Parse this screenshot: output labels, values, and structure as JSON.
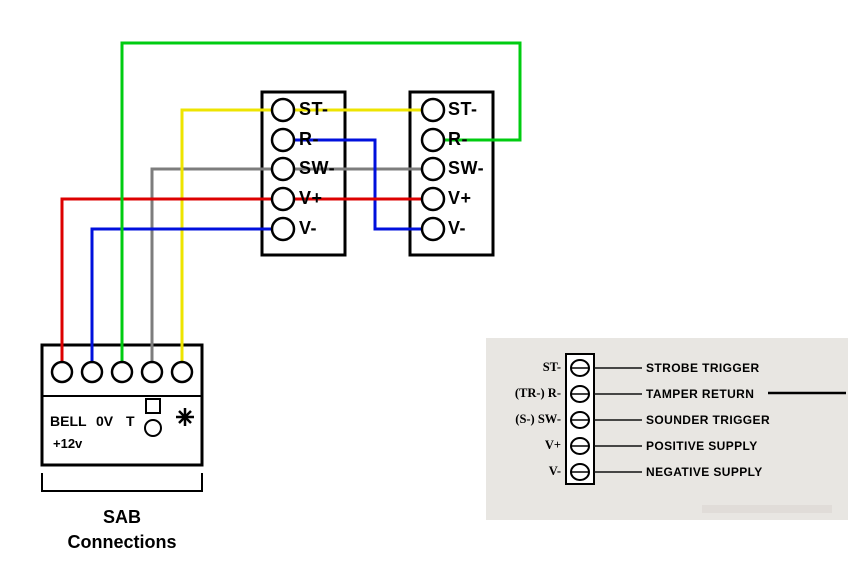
{
  "colors": {
    "red": "#dd0000",
    "blue": "#0010dd",
    "green": "#00cc11",
    "yellow": "#eee400",
    "gray": "#7d7d7d"
  },
  "terminal_blocks": {
    "labels": [
      "ST-",
      "R-",
      "SW-",
      "V+",
      "V-"
    ]
  },
  "bell_panel": {
    "terminal_labels": [
      "BELL",
      "0V",
      "T"
    ],
    "voltage_label": "+12v"
  },
  "caption": {
    "line1": "SAB",
    "line2": "Connections"
  },
  "legend": {
    "rows": [
      {
        "label": "ST-",
        "desc": "STROBE TRIGGER"
      },
      {
        "label": "(TR-) R-",
        "desc": "TAMPER RETURN"
      },
      {
        "label": "(S-) SW-",
        "desc": "SOUNDER TRIGGER"
      },
      {
        "label": "V+",
        "desc": "POSITIVE SUPPLY"
      },
      {
        "label": "V-",
        "desc": "NEGATIVE SUPPLY"
      }
    ]
  }
}
